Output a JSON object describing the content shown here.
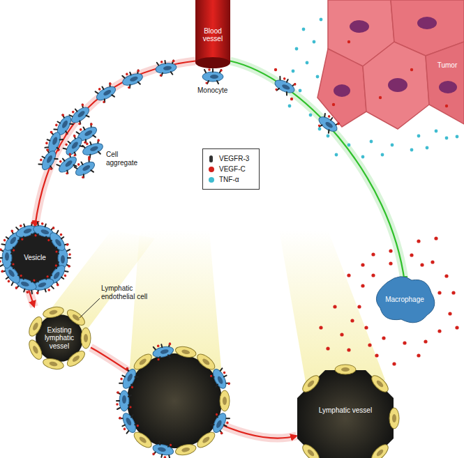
{
  "diagram": {
    "nodes": [
      {
        "text": [
          "Blood vessel"
        ]
      },
      {
        "text": [
          "Tumor"
        ]
      },
      {
        "text": [
          "Vesicle"
        ]
      },
      {
        "text": [
          "Existing lymphatic vessel"
        ]
      },
      {
        "text": [
          "Macrophage"
        ]
      },
      {
        "text": [
          "Lymphatic vessel"
        ]
      }
    ],
    "edges": [
      {
        "from": 0,
        "to": 2,
        "arrow": "to"
      },
      {
        "from": 2,
        "to": 3,
        "arrow": "to"
      },
      {
        "from": 3,
        "to": 5,
        "arrow": "to"
      },
      {
        "from": 0,
        "to": 4,
        "arrow": "to"
      }
    ],
    "labels": [
      "Monocyte",
      "Cell aggregate",
      "Lymphatic endothelial cell"
    ],
    "legend": [
      {
        "text": "VEGFR-3",
        "color": "#333333"
      },
      {
        "text": "VEGF-C",
        "color": "#d3211b"
      },
      {
        "text": "TNF-α",
        "color": "#3fbcd0"
      }
    ]
  }
}
